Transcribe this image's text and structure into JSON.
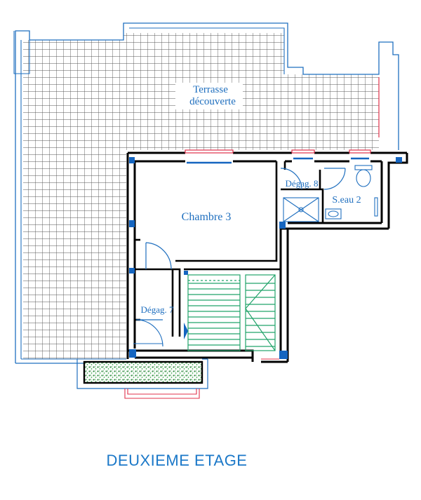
{
  "plan": {
    "title": "DEUXIEME ETAGE",
    "rooms": {
      "terrasse_line1": "Terrasse",
      "terrasse_line2": "découverte",
      "chambre": "Chambre 3",
      "degag8": "Dégag. 8",
      "seau": "S.eau 2",
      "degag7": "Dégag. 7"
    },
    "colors": {
      "wall": "#000000",
      "outline_blue": "#1f6fbf",
      "grid": "#555555",
      "window_red": "#e0304a",
      "column_blue": "#1565c0",
      "stairs_green": "#22a36a",
      "planter_green": "#2e8b3e"
    }
  }
}
